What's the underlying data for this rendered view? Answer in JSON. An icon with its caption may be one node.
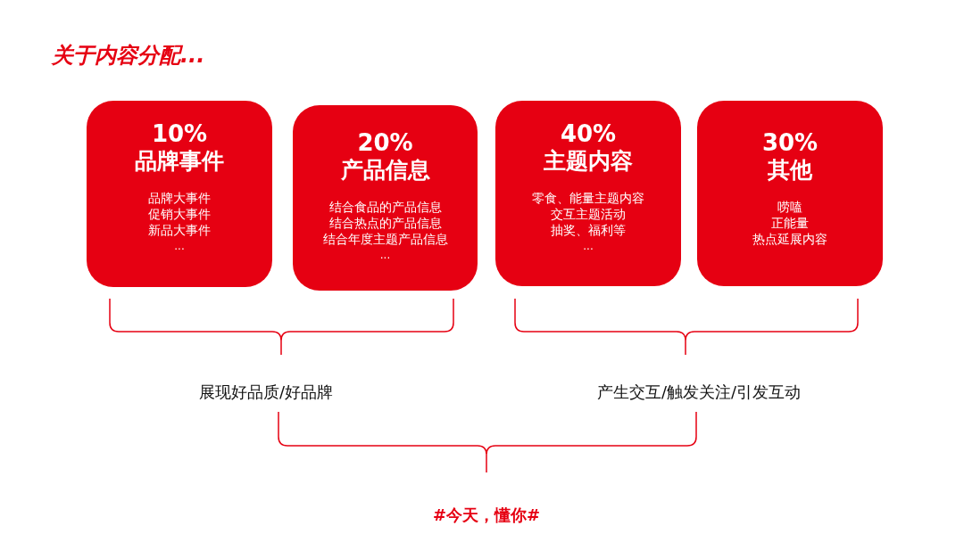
{
  "diagram": {
    "title": "关于内容分配...",
    "nodes": [
      {
        "text": [
          "10%",
          "品牌事件",
          "品牌大事件",
          "促销大事件",
          "新品大事件",
          "..."
        ]
      },
      {
        "text": [
          "20%",
          "产品信息",
          "结合食品的产品信息",
          "结合热点的产品信息",
          "结合年度主题产品信息",
          "..."
        ]
      },
      {
        "text": [
          "40%",
          "主题内容",
          "零食、能量主题内容",
          "交互主题活动",
          "抽奖、福利等",
          "..."
        ]
      },
      {
        "text": [
          "30%",
          "其他",
          "唠嗑",
          "正能量",
          "热点延展内容"
        ]
      }
    ],
    "labels": [
      "展现好品质/好品牌",
      "产生交互/触发关注/引发互动",
      "#今天，懂你#"
    ]
  }
}
